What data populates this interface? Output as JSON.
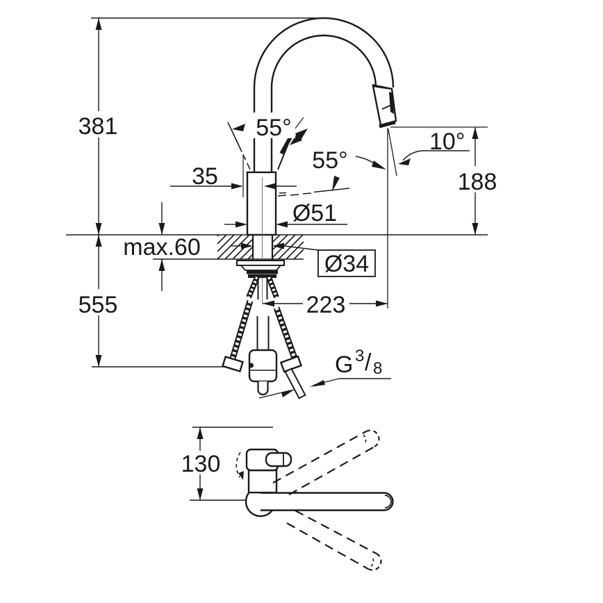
{
  "drawing": {
    "type": "technical-dimension-drawing",
    "subject": "kitchen-faucet-with-pullout-spray",
    "colors": {
      "ink": "#1a1a1a",
      "background": "#ffffff"
    },
    "side_view": {
      "dimensions": {
        "height_above_counter": "381",
        "height_below_counter": "555",
        "counter_thickness": "max.60",
        "handle_offset": "35",
        "body_diameter": "Ø51",
        "hole_diameter": "Ø34",
        "spout_reach": "223",
        "outlet_height": "188",
        "handle_swivel_angle": "55°",
        "handle_open_angle": "55°",
        "spray_tilt_angle": "10°"
      },
      "thread": {
        "letter": "G",
        "numerator": "3",
        "slash": "/",
        "denominator": "8"
      }
    },
    "plan_view": {
      "dimensions": {
        "spout_axis_offset": "130"
      }
    }
  }
}
